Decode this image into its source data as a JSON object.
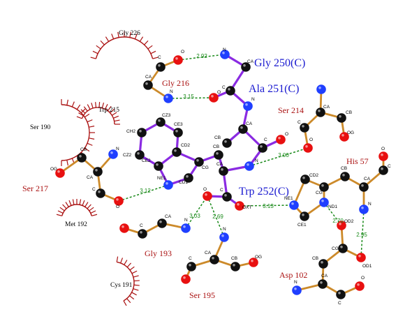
{
  "colors": {
    "ligand_bond": "#8a2be2",
    "protein_bond": "#cc8a2a",
    "hbond": "#1a8a1a",
    "carbon": "#111111",
    "nitrogen": "#1f3fff",
    "oxygen": "#e81010",
    "hydrophobic": "#aa1111",
    "ligand_label": "#1a1ad0",
    "residue_label": "#aa1111",
    "atom_text": "#000000"
  },
  "residue_labels": [
    {
      "text": "Gly 250(C)",
      "kind": "ligand"
    },
    {
      "text": "Ala 251(C)",
      "kind": "ligand"
    },
    {
      "text": "Trp 252(C)",
      "kind": "ligand"
    },
    {
      "text": "Gly 216",
      "kind": "hbond"
    },
    {
      "text": "Ser 214",
      "kind": "hbond"
    },
    {
      "text": "His 57",
      "kind": "hbond"
    },
    {
      "text": "Ser 217",
      "kind": "hbond"
    },
    {
      "text": "Gly 193",
      "kind": "hbond"
    },
    {
      "text": "Ser 195",
      "kind": "hbond"
    },
    {
      "text": "Asp 102",
      "kind": "hbond"
    },
    {
      "text": "Gly 226",
      "kind": "hydrophobic"
    },
    {
      "text": "Trp 215",
      "kind": "hydrophobic"
    },
    {
      "text": "Ser 190",
      "kind": "hydrophobic"
    },
    {
      "text": "Met 192",
      "kind": "hydrophobic"
    },
    {
      "text": "Cys 191",
      "kind": "hydrophobic"
    }
  ],
  "distances": [
    "2.92",
    "3.15",
    "3.00",
    "3.12",
    "3.03",
    "2.69",
    "3.13",
    "2.70",
    "2.95"
  ],
  "atom_labels": [
    "C",
    "O",
    "N",
    "CA",
    "CB",
    "OG",
    "CE3",
    "CZ3",
    "CH2",
    "CZ2",
    "CE2",
    "NE1",
    "CD1",
    "CD2",
    "CG",
    "OXT",
    "ND1",
    "CE1",
    "OD1",
    "OD2"
  ]
}
